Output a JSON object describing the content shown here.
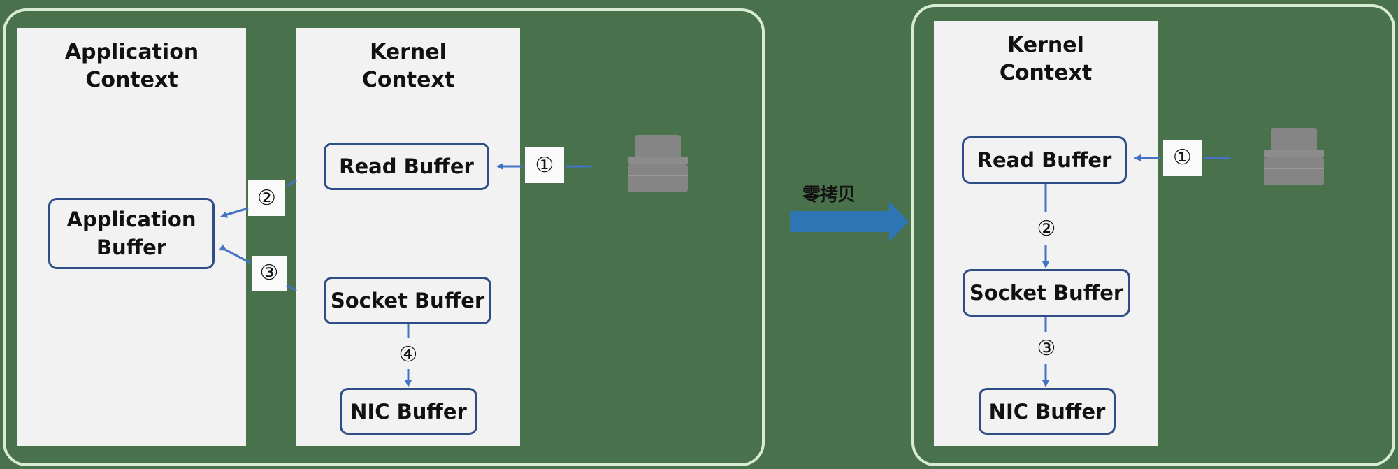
{
  "left": {
    "app_context_title": [
      "Application",
      "Context"
    ],
    "kernel_context_title": [
      "Kernel",
      "Context"
    ],
    "app_buffer": [
      "Application",
      "Buffer"
    ],
    "read_buffer": "Read Buffer",
    "socket_buffer": "Socket Buffer",
    "nic_buffer": "NIC Buffer",
    "steps": [
      "①",
      "②",
      "③",
      "④"
    ]
  },
  "transition": {
    "label": "零拷贝"
  },
  "right": {
    "kernel_context_title": [
      "Kernel",
      "Context"
    ],
    "read_buffer": "Read Buffer",
    "socket_buffer": "Socket Buffer",
    "nic_buffer": "NIC Buffer",
    "steps": [
      "①",
      "②",
      "③"
    ]
  },
  "colors": {
    "background": "#49714b",
    "arrow": "#4472c4",
    "box_border": "#2f4d87",
    "panel": "#f2f2f2",
    "frame": "#d7ecd4"
  }
}
